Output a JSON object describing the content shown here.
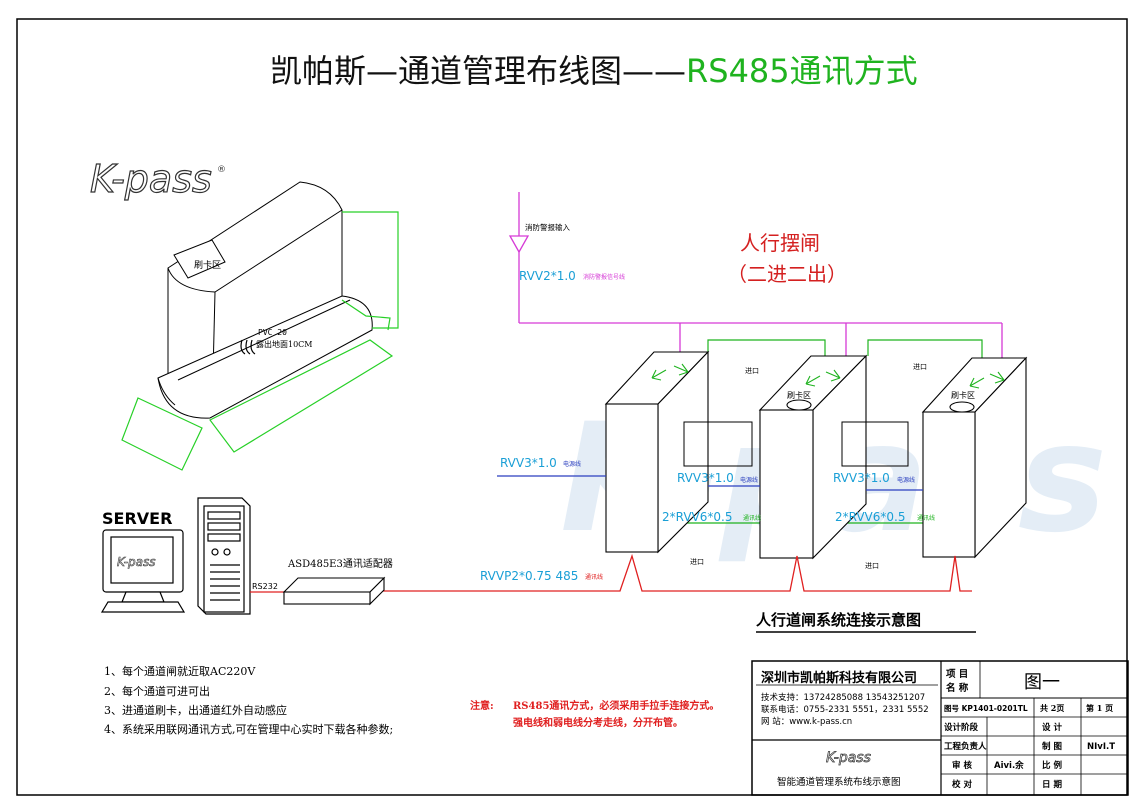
{
  "title": {
    "main": "凯帕斯—通道管理布线图——",
    "highlight": "RS485通讯方式",
    "highlight_color": "#1fb31f"
  },
  "brand": {
    "logo": "K-pass",
    "mark": "®",
    "watermark": "K-pass"
  },
  "gate": {
    "title": "人行摆闸",
    "subtitle": "（二进二出）",
    "color": "#d42020"
  },
  "render_3d": {
    "card_zone": "刷卡区",
    "pvc_line1": "PVC 20",
    "pvc_line2": "露出地面10CM"
  },
  "cabinets": {
    "card_zone": "刷卡区"
  },
  "lanes": {
    "entry": "进口"
  },
  "fire_input": "消防警报输入",
  "cables": {
    "rvv2": "RVV2*1.0",
    "rvv2_note": "消防警报信号线",
    "rvv3": "RVV3*1.0",
    "rvv3_note": "电源线",
    "rvv6": "2*RVV6*0.5",
    "rvv6_note": "通讯线",
    "rvvp": "RVVP2*0.75 485",
    "rvvp_note": "通讯线",
    "rs232": "RS232"
  },
  "server": {
    "label": "SERVER",
    "logo": "K-pass"
  },
  "adapter": {
    "label": "ASD485E3通讯适配器"
  },
  "caption": "人行道闸系统连接示意图",
  "notes": [
    "1、每个通道闸就近取AC220V",
    "2、每个通道可进可出",
    "3、进通道刷卡，出通道红外自动感应",
    "4、系统采用联网通讯方式,可在管理中心实时下载各种参数;"
  ],
  "warning": {
    "prefix": "注意:",
    "line1": "RS485通讯方式，必须采用手拉手连接方式。",
    "line2": "强电线和弱电线分考走线，分开布管。"
  },
  "title_block": {
    "company": "深圳市凯帕斯科技有限公司",
    "support": "技术支持：13724285088 13543251207",
    "phone": "联系电话：0755-2331 5551，2331 5552",
    "website": "网    站：www.k-pass.cn",
    "project_name_label": "项 目\n名 称",
    "project_name_value": "图一",
    "drawing_no": "图号 KP1401-0201TL",
    "sheets_total": "共 2页",
    "sheet_no": "第 1 页",
    "design_stage": "设计阶段",
    "design": "设 计",
    "engineer": "工程负责人",
    "drafter": "制 图",
    "drafter_value": "NIvI.T",
    "reviewer": "审 核",
    "reviewer_value": "Aivi.余",
    "scale": "比 例",
    "checker": "校 对",
    "date": "日 期",
    "logo": "K-pass",
    "drawing_title": "智能通道管理系统布线示意图"
  }
}
